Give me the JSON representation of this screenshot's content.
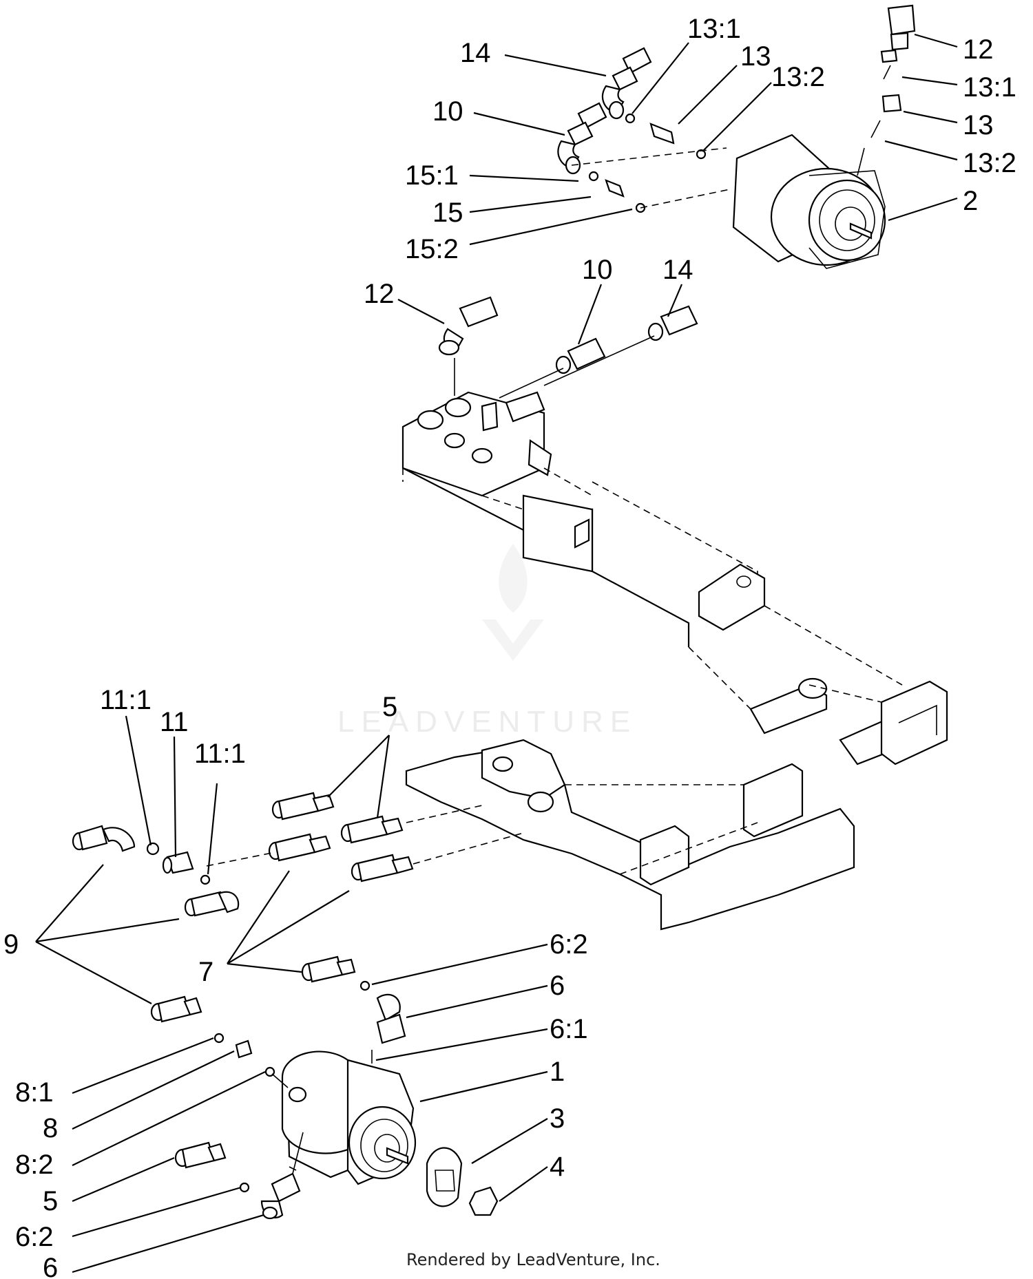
{
  "diagram": {
    "callouts": {
      "c14_top": "14",
      "c13_1_a": "13:1",
      "c13_a": "13",
      "c13_2_a": "13:2",
      "c12_right": "12",
      "c13_1_b": "13:1",
      "c13_b": "13",
      "c13_2_b": "13:2",
      "c2": "2",
      "c10_top": "10",
      "c15_1": "15:1",
      "c15": "15",
      "c15_2": "15:2",
      "c12_mid": "12",
      "c10_mid": "10",
      "c14_mid": "14",
      "c11_1_a": "11:1",
      "c11": "11",
      "c11_1_b": "11:1",
      "c5_top": "5",
      "c9": "9",
      "c7": "7",
      "c6_2_a": "6:2",
      "c6_a": "6",
      "c6_1": "6:1",
      "c1": "1",
      "c3": "3",
      "c4": "4",
      "c8_1": "8:1",
      "c8": "8",
      "c8_2": "8:2",
      "c5_bottom": "5",
      "c6_2_b": "6:2",
      "c6_b": "6"
    },
    "watermark": "LEADVENTURE",
    "footer": "Rendered by LeadVenture, Inc."
  }
}
